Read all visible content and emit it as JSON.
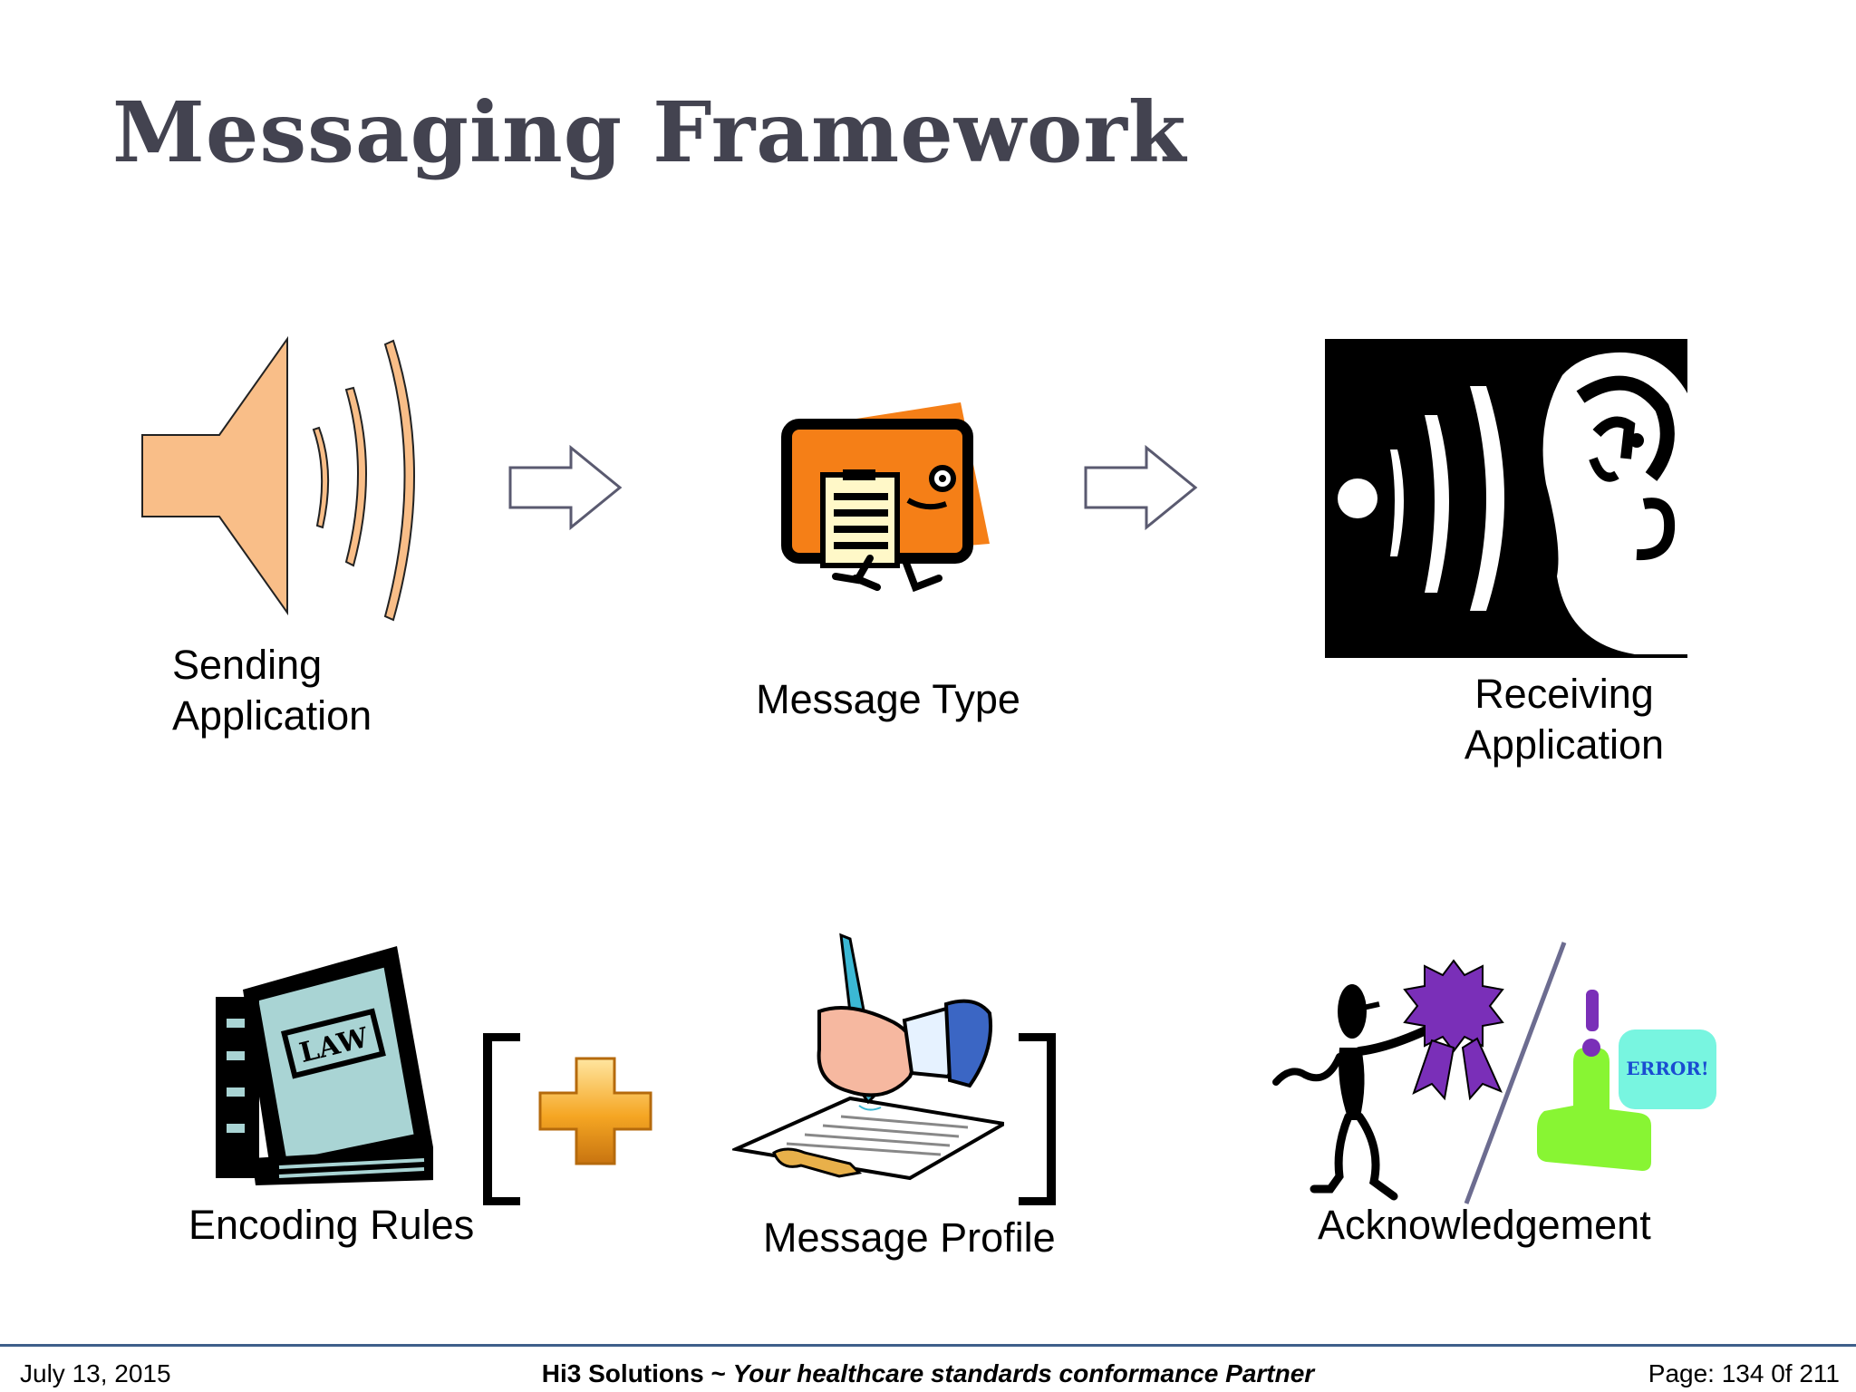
{
  "slide": {
    "title": "Messaging Framework"
  },
  "flow": {
    "sending_line1": "Sending",
    "sending_line2": "Application",
    "message_type": "Message Type",
    "receiving_line1": "Receiving",
    "receiving_line2": "Application"
  },
  "components": {
    "encoding_rules": "Encoding Rules",
    "message_profile": "Message Profile",
    "acknowledgement": "Acknowledgement",
    "law_book_text": "LAW",
    "error_text": "ERROR!"
  },
  "footer": {
    "date": "July 13, 2015",
    "company": "Hi3 Solutions ~ ",
    "tagline": "Your healthcare standards conformance Partner",
    "page": "Page: 134 0f 211"
  },
  "colors": {
    "title": "#434350",
    "speaker": "#f9be88",
    "arrow_outline": "#5a5a70",
    "footer_rule": "#3e5f8a",
    "orange_card": "#f57f17",
    "book_cover": "#a9d4d4",
    "ribbon": "#7a2fb8",
    "stamp": "#88f533",
    "error_box": "#78f5e0"
  }
}
